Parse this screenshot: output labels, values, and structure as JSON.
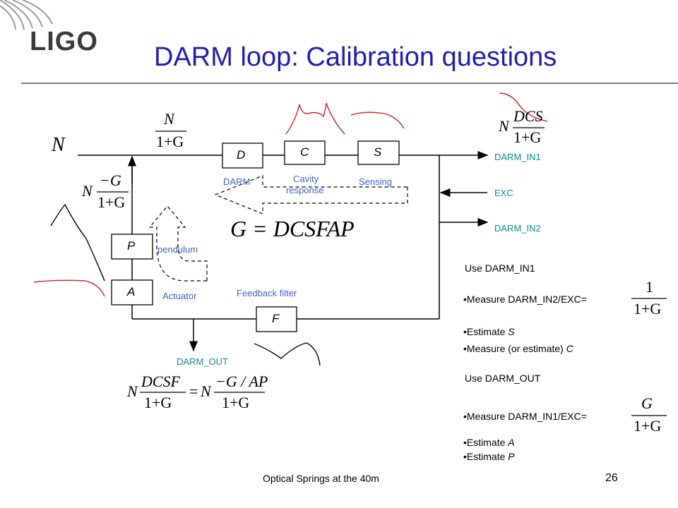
{
  "header": {
    "logo": "LIGO",
    "title": "DARM loop: Calibration questions"
  },
  "blocks": {
    "D": "D",
    "C": "C",
    "S": "S",
    "P": "P",
    "A": "A",
    "F": "F"
  },
  "block_labels": {
    "darm": "DARM",
    "cavity": "Cavity",
    "response": "response",
    "sensing": "Sensing",
    "pendulum": "pendulum",
    "actuator": "Actuator",
    "feedback": "Feedback filter"
  },
  "signals": {
    "darm_in1": "DARM_IN1",
    "exc": "EXC",
    "darm_in2": "DARM_IN2",
    "darm_out": "DARM_OUT"
  },
  "math": {
    "N": "N",
    "one_plus_G": "1+G",
    "minus_G": "−G",
    "DCS": "DCS",
    "DCSF": "DCSF",
    "minus_G_over_AP": "−G / AP",
    "equals": "=",
    "one": "1",
    "G": "G",
    "open_loop": "G = DCSFAP"
  },
  "notes": {
    "use1": "Use DARM_IN1",
    "measure1": "•Measure DARM_IN2/EXC=",
    "estimate_s_prefix": "•Estimate ",
    "estimate_s_var": "S",
    "measure_c_prefix": "•Measure (or estimate) ",
    "measure_c_var": "C",
    "use2": "Use DARM_OUT",
    "measure2": "•Measure DARM_IN1/EXC=",
    "estimate_a_prefix": "•Estimate ",
    "estimate_a_var": "A",
    "estimate_p_prefix": "•Estimate ",
    "estimate_p_var": "P"
  },
  "footer": {
    "text": "Optical Springs at the 40m",
    "page": "26"
  },
  "colors": {
    "title": "#1f1fae",
    "blue_label": "#3f63c8",
    "teal_label": "#148a8a",
    "sketch": "#d42020",
    "rule": "#7f7f7f"
  },
  "icons": [
    "ligo-logo-swirl-icon",
    "curved-arrow-icon",
    "arrow-icon"
  ]
}
